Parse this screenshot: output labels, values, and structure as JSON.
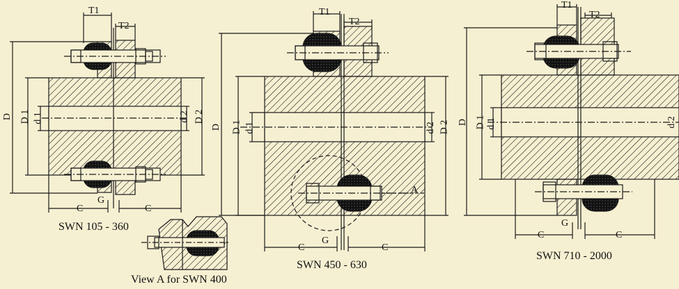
{
  "captions": {
    "left": "SWN 105 - 360",
    "center": "SWN 450 - 630",
    "right": "SWN 710 - 2000",
    "viewA": "View A for SWN 400"
  },
  "dims": {
    "T1": "T1",
    "T2": "T2",
    "D": "D",
    "D1": "D 1",
    "d1": "d 1",
    "d2": "d 2",
    "D2": "D 2",
    "C": "C",
    "G": "G",
    "A": "A"
  },
  "colors": {
    "background": "#f6f0d2",
    "line": "#1a1a1a",
    "elastomer": "#111111"
  }
}
